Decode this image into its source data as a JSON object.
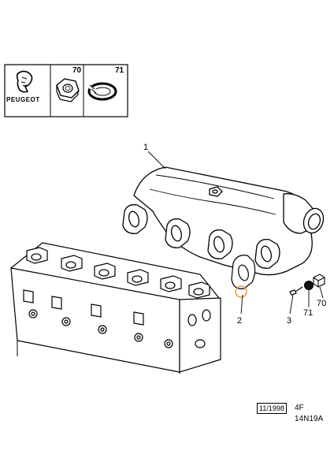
{
  "brand": {
    "logo_text": "PEUGEOT"
  },
  "parts_box": {
    "items": [
      {
        "number": "70",
        "icon": "nut-icon"
      },
      {
        "number": "71",
        "icon": "lock-washer-icon"
      }
    ]
  },
  "callouts": [
    {
      "number": "1",
      "part": "exhaust-manifold"
    },
    {
      "number": "2",
      "part": "manifold-gasket"
    },
    {
      "number": "3",
      "part": "stud"
    },
    {
      "number": "71",
      "part": "washer"
    },
    {
      "number": "70",
      "part": "nut"
    }
  ],
  "footer": {
    "date": "11/1998",
    "reference": "4F 14N19A"
  },
  "colors": {
    "line": "#000000",
    "highlight": "#e8a040",
    "background": "#ffffff"
  }
}
